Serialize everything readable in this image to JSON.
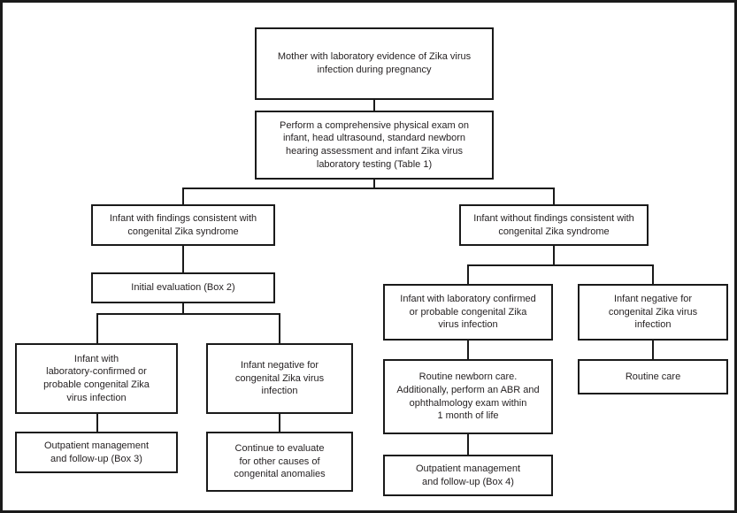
{
  "flowchart": {
    "description": "Zika virus infant evaluation flowchart",
    "colors": {
      "border": "#1a1a1a",
      "text": "#231f20",
      "background": "#ffffff"
    },
    "nodes": {
      "mother": {
        "label": "Mother with laboratory evidence of Zika virus\ninfection during pregnancy"
      },
      "perform_exam": {
        "label": "Perform a comprehensive physical exam on\ninfant, head ultrasound, standard newborn\nhearing assessment and infant Zika virus\nlaboratory testing (Table 1)"
      },
      "with_findings": {
        "label": "Infant with findings consistent with\ncongenital Zika syndrome"
      },
      "without_findings": {
        "label": "Infant without findings consistent with\ncongenital Zika syndrome"
      },
      "initial_evaluation": {
        "label": "Initial evaluation (Box 2)"
      },
      "lab_confirmed_left": {
        "label": "Infant with\nlaboratory-confirmed or\nprobable congenital Zika\nvirus infection"
      },
      "negative_left": {
        "label": "Infant negative for\ncongenital Zika virus\ninfection"
      },
      "outpatient_box3": {
        "label": "Outpatient management\nand follow-up (Box 3)"
      },
      "continue_evaluate": {
        "label": "Continue to evaluate\nfor other causes of\ncongenital anomalies"
      },
      "lab_confirmed_right": {
        "label": "Infant with laboratory confirmed\nor probable congenital Zika\nvirus infection"
      },
      "negative_right": {
        "label": "Infant negative for\ncongenital Zika virus\ninfection"
      },
      "routine_newborn": {
        "label": "Routine newborn care.\nAdditionally, perform an ABR and\nophthalmology exam within\n1 month of life"
      },
      "routine_care": {
        "label": "Routine care"
      },
      "outpatient_box4": {
        "label": "Outpatient management\nand follow-up (Box 4)"
      }
    }
  }
}
